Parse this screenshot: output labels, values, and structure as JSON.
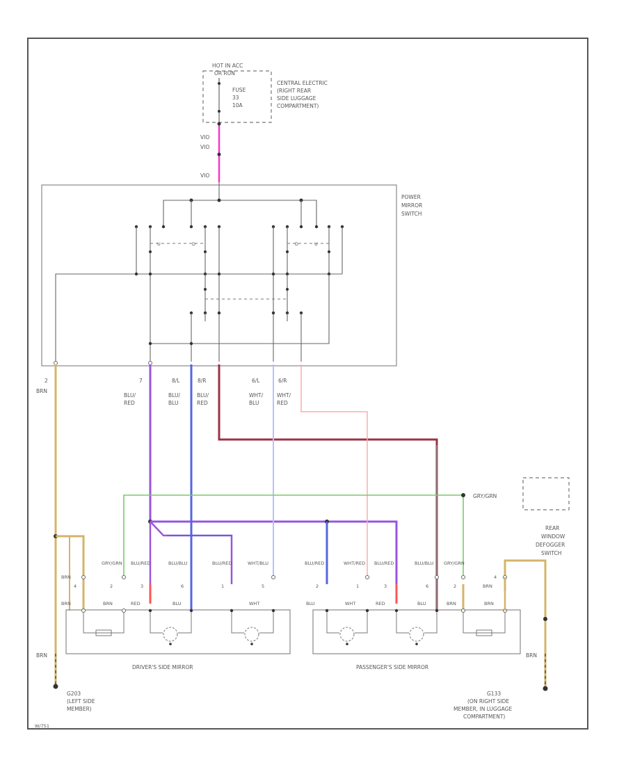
{
  "colors": {
    "pink": "#ff33cc",
    "violet": "#9955dd",
    "blue": "#5566dd",
    "light_blue": "#b8c0ff",
    "brown_red": "#993344",
    "light_pink": "#ffaaaa",
    "green": "#77cc66",
    "tan": "#d4b468",
    "gray": "#888888",
    "red": "#ff5555"
  },
  "fuse": {
    "header": "HOT IN ACC",
    "header2": "OR RUN",
    "label": "FUSE",
    "num": "33",
    "amps": "10A",
    "location": [
      "CENTRAL ELECTRIC",
      "(RIGHT REAR",
      "SIDE LUGGAGE",
      "COMPARTMENT)"
    ]
  },
  "pink_wire_labels": [
    "VIO",
    "VIO",
    "VIO"
  ],
  "power_mirror_switch": [
    "POWER",
    "MIRROR",
    "SWITCH"
  ],
  "switch_contacts": [
    "U",
    "D",
    "D",
    "U"
  ],
  "harness_pins": [
    "2",
    "7",
    "8/L",
    "8/R",
    "6/L",
    "6/R"
  ],
  "harness_colors": [
    [
      "BRN"
    ],
    [
      "BLU/",
      "RED"
    ],
    [
      "BLU/",
      "BLU"
    ],
    [
      "BLU/",
      "RED"
    ],
    [
      "WHT/",
      "BLU"
    ],
    [
      "WHT/",
      "RED"
    ]
  ],
  "green_wire_label": "GRY/GRN",
  "rear_defogger": [
    "REAR",
    "WINDOW",
    "DEFOGGER",
    "SWITCH"
  ],
  "drivers_mirror": {
    "title": "DRIVER'S SIDE MIRROR",
    "upper_colors": [
      "BRN",
      "GRY/GRN",
      "BLU/RED",
      "BLU/BLU",
      "BLU/RED",
      "WHT/BLU"
    ],
    "pin_numbers": [
      "4",
      "2",
      "3",
      "6",
      "1",
      "5"
    ],
    "lower_colors": [
      "BRN",
      "BRN",
      "RED",
      "BLU",
      "WHT"
    ]
  },
  "passengers_mirror": {
    "title": "PASSENGER'S SIDE MIRROR",
    "upper_colors": [
      "BLU/RED",
      "WHT/RED",
      "BLU/RED",
      "BLU/BLU",
      "GRY/GRN",
      "BRN"
    ],
    "pin_numbers": [
      "2",
      "1",
      "3",
      "6",
      "2",
      "4"
    ],
    "lower_colors": [
      "BLU",
      "WHT",
      "RED",
      "BLU",
      "BRN",
      "BRN"
    ]
  },
  "ground_left": [
    "G203",
    "(LEFT SIDE",
    "MEMBER)"
  ],
  "ground_right": [
    "G133",
    "(ON RIGHT SIDE",
    "MEMBER, IN LUGGAGE",
    "COMPARTMENT)"
  ],
  "wire_left_label": "BRN",
  "wire_right_label": "BRN",
  "page_code": "W/751"
}
